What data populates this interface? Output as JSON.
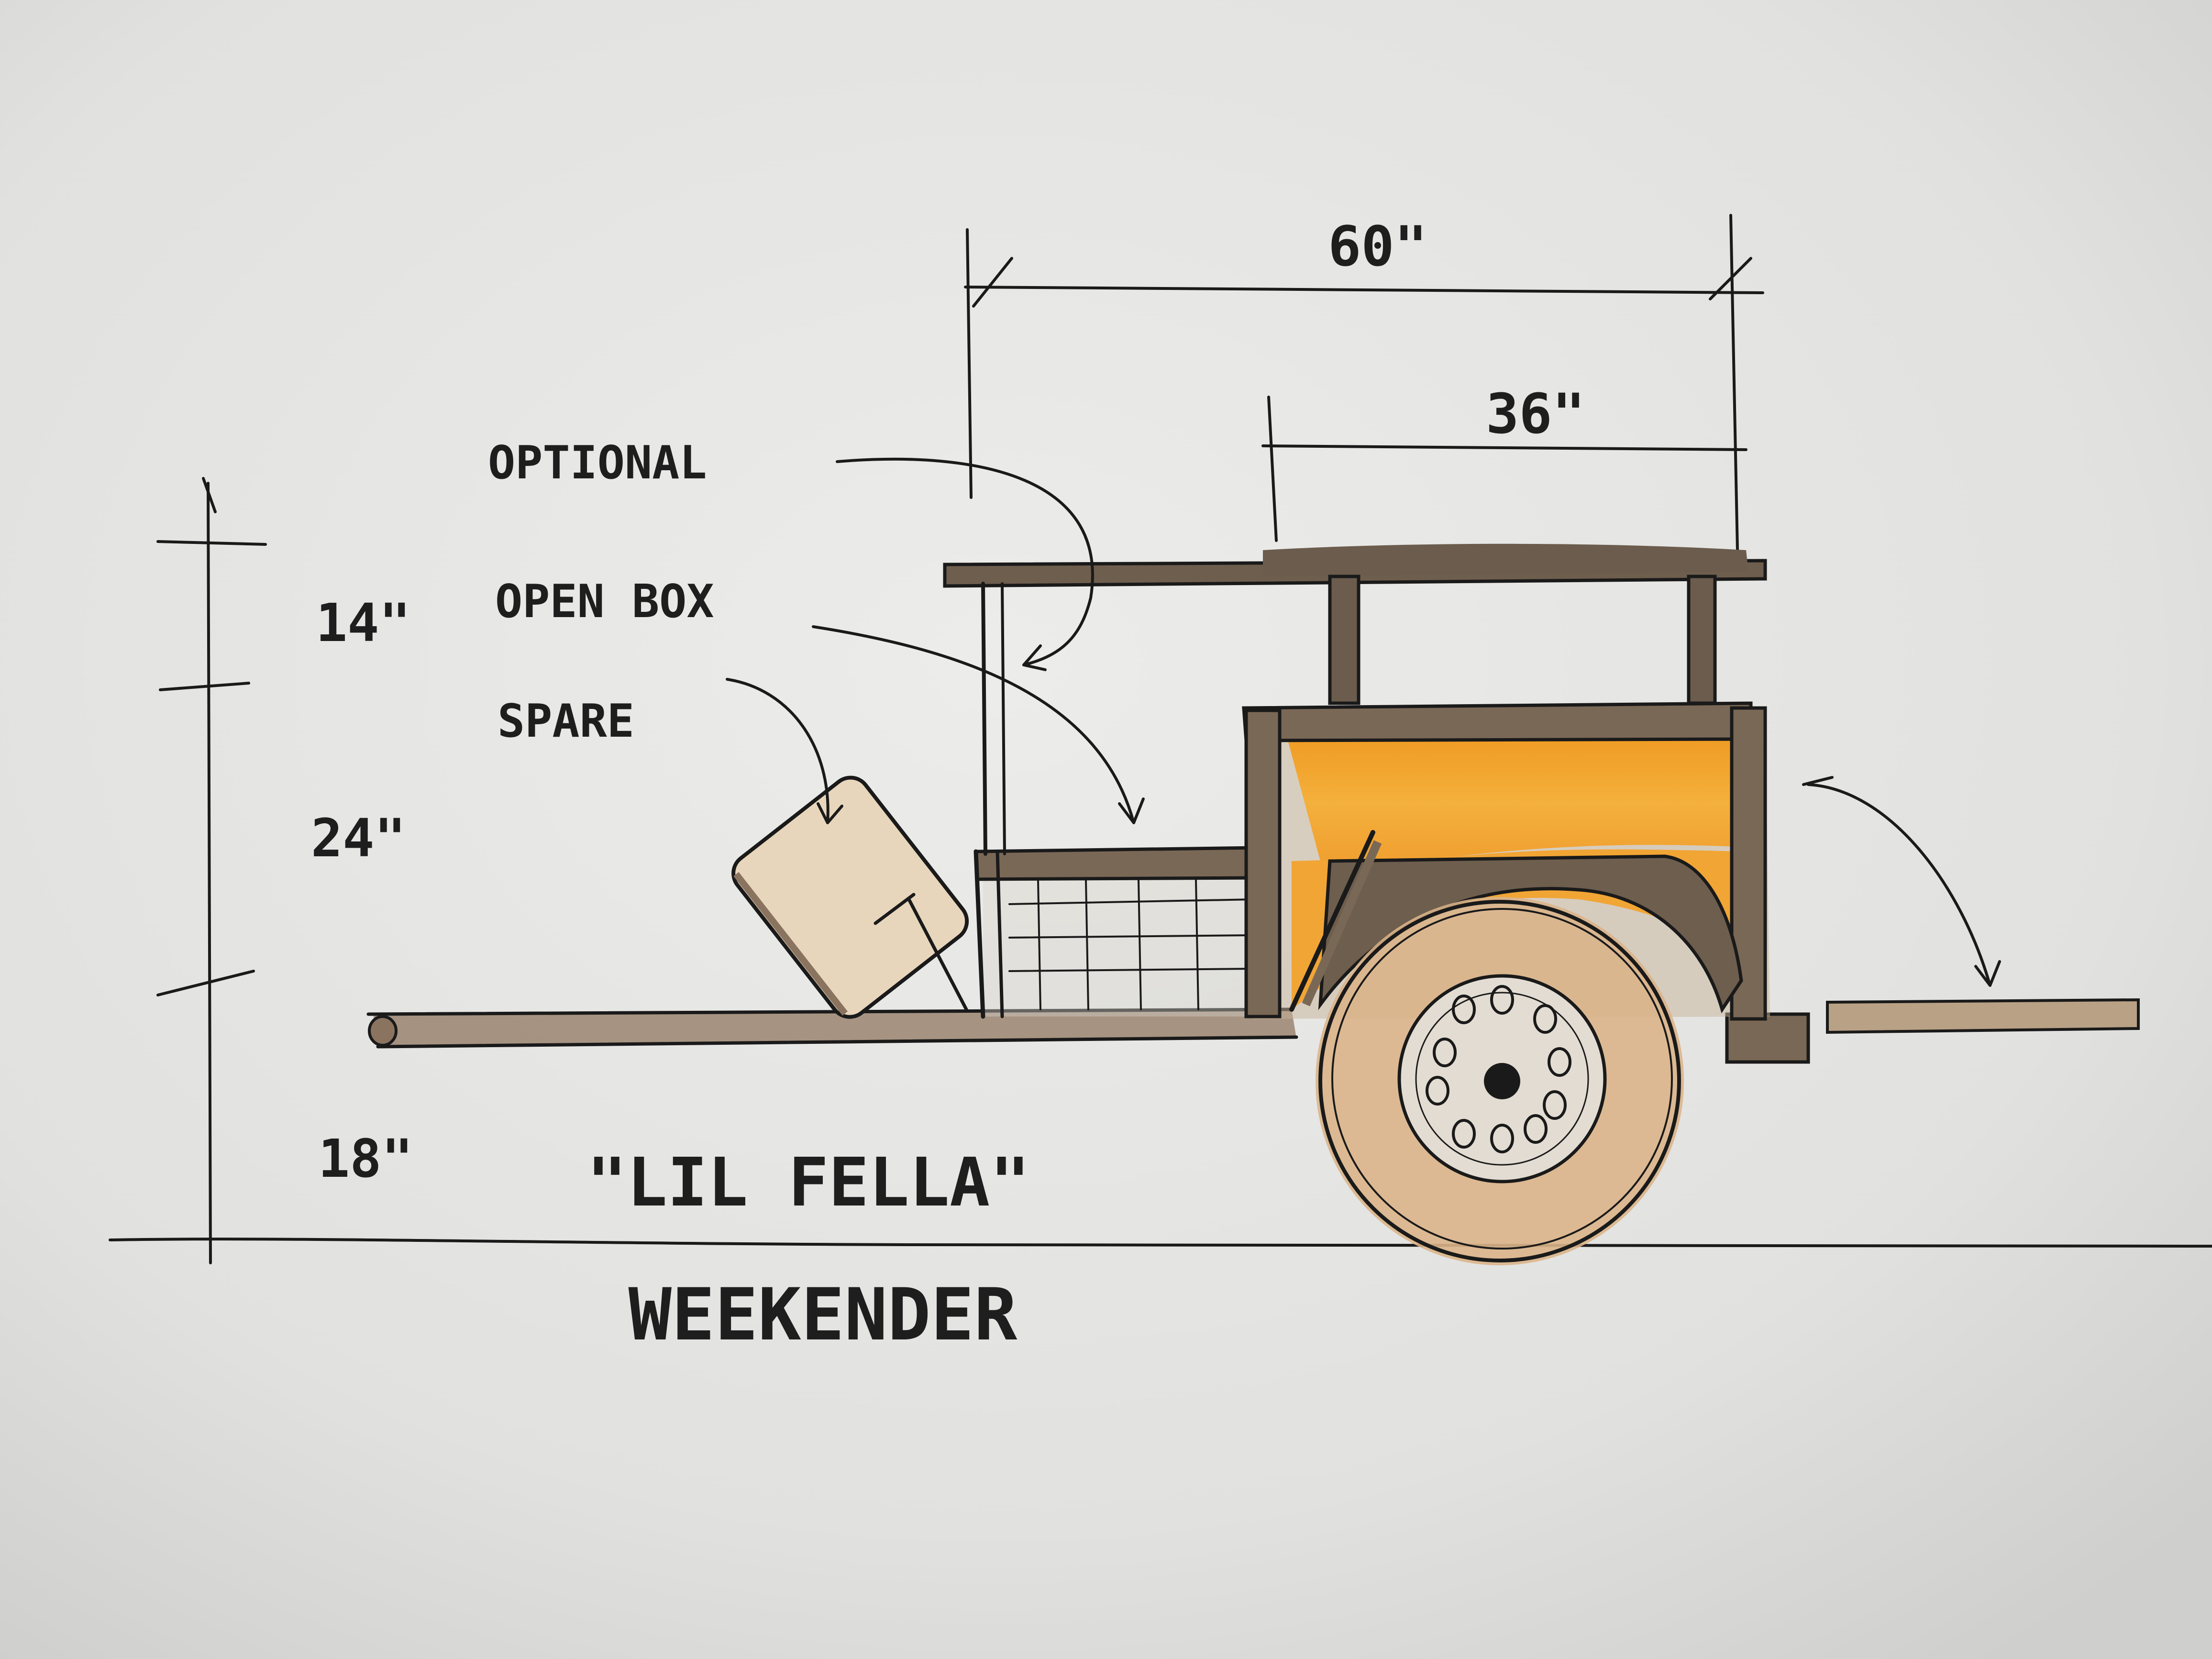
{
  "labels": {
    "width_overall": "60\"",
    "width_box": "36\"",
    "callout_optional": "OPTIONAL",
    "callout_open_box": "OPEN BOX",
    "callout_spare": "SPARE",
    "height_top": "14\"",
    "height_middle": "24\"",
    "height_bottom": "18\"",
    "title_line1": "\"LIL FELLA\"",
    "title_line2": "WEEKENDER"
  },
  "colors": {
    "paper": "#e3e3e1",
    "ink": "#1a1a1a",
    "box_orange": "#f0a02a",
    "box_orange_light": "#f6c25a",
    "wood_brown": "#7a6856",
    "tire_tan": "#d9b48a",
    "spare_tan": "#e8d6bc"
  }
}
